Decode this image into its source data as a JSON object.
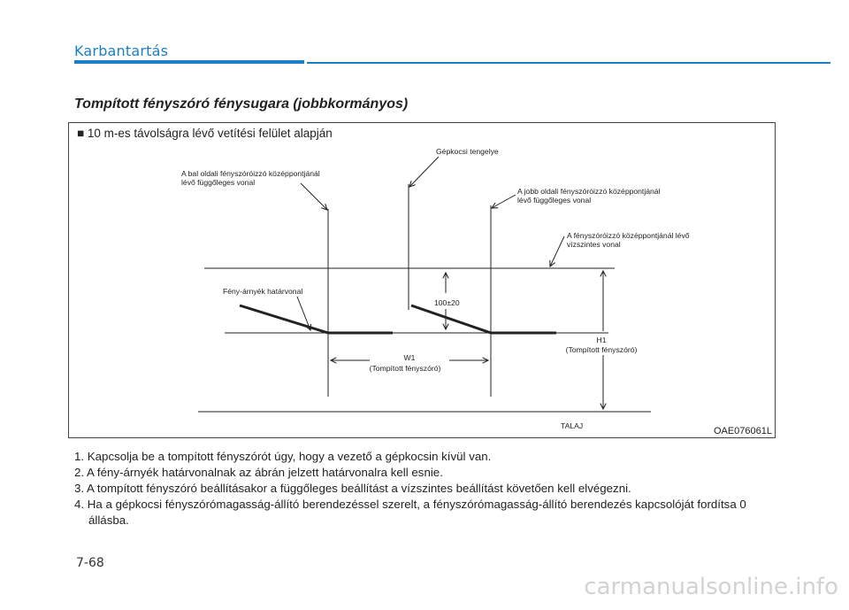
{
  "header": {
    "section_title": "Karbantartás"
  },
  "page": {
    "heading": "Tompított fényszóró fénysugara (jobbkormányos)",
    "page_number": "7-68"
  },
  "figure": {
    "title": "■ 10 m-es távolságra lévő vetítési felület alapján",
    "code": "OAE076061L",
    "labels": {
      "vehicle_axis": "Gépkocsi tengelye",
      "left_vertical_1": "A bal oldali fényszóróizzó középpontjánál",
      "left_vertical_2": "lévő függőleges vonal",
      "right_vertical_1": "A jobb oldali fényszóróizzó középpontjánál",
      "right_vertical_2": "lévő függőleges vonal",
      "horizontal_1": "A fényszóróizzó középpontjánál lévő",
      "horizontal_2": "vízszintes vonal",
      "cutoff": "Fény-árnyék határvonal",
      "offset": "100±20",
      "w1_1": "W1",
      "w1_2": "(Tompított fényszóró)",
      "h1_1": "H1",
      "h1_2": "(Tompított fényszóró)",
      "ground": "TALAJ"
    }
  },
  "steps": [
    "1. Kapcsolja be a tompított fényszórót úgy, hogy a vezető a gépkocsin kívül van.",
    "2. A fény-árnyék határvonalnak az ábrán jelzett határvonalra kell esnie.",
    "3. A tompított fényszóró beállításakor a függőleges beállítást a vízszintes beállítást követően kell elvégezni.",
    "4. Ha a gépkocsi fényszórómagasság-állító berendezéssel szerelt, a fényszórómagasság-állító berendezés kapcsolóját fordítsa 0 állásba."
  ],
  "watermark": "carmanualsonline.info"
}
